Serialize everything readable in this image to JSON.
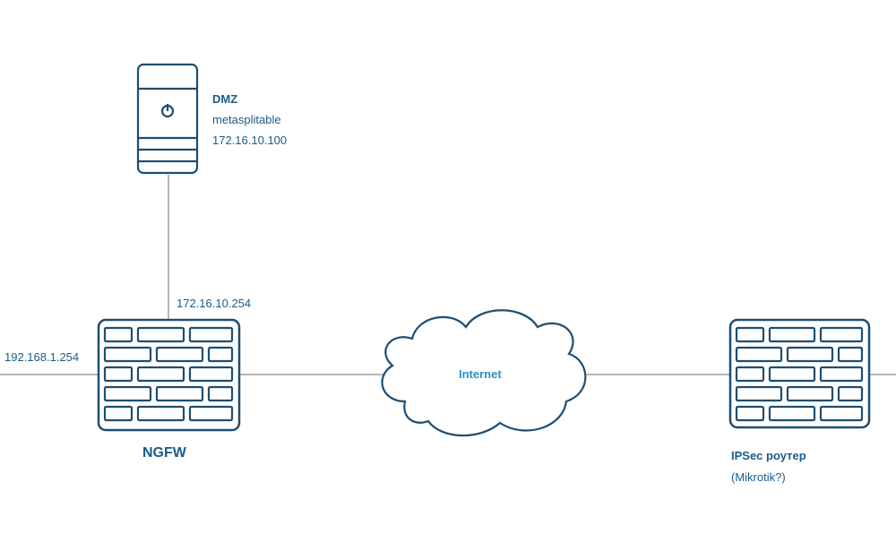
{
  "colors": {
    "device_stroke": "#1e4e72",
    "link_line": "#8a8a8a",
    "label_text": "#1b5b87",
    "cloud_text": "#2a8ec4"
  },
  "nodes": {
    "dmz_server": {
      "icon": "server-icon",
      "title": "DMZ",
      "hostname": "metasplitable",
      "ip": "172.16.10.100"
    },
    "ngfw": {
      "icon": "firewall-icon",
      "title": "NGFW",
      "dmz_interface_ip": "172.16.10.254",
      "lan_interface_ip": "192.168.1.254"
    },
    "internet": {
      "icon": "cloud-icon",
      "label": "Internet"
    },
    "ipsec_router": {
      "icon": "firewall-icon",
      "title": "IPSec роутер",
      "subtitle": "(Mikrotik?)"
    }
  }
}
